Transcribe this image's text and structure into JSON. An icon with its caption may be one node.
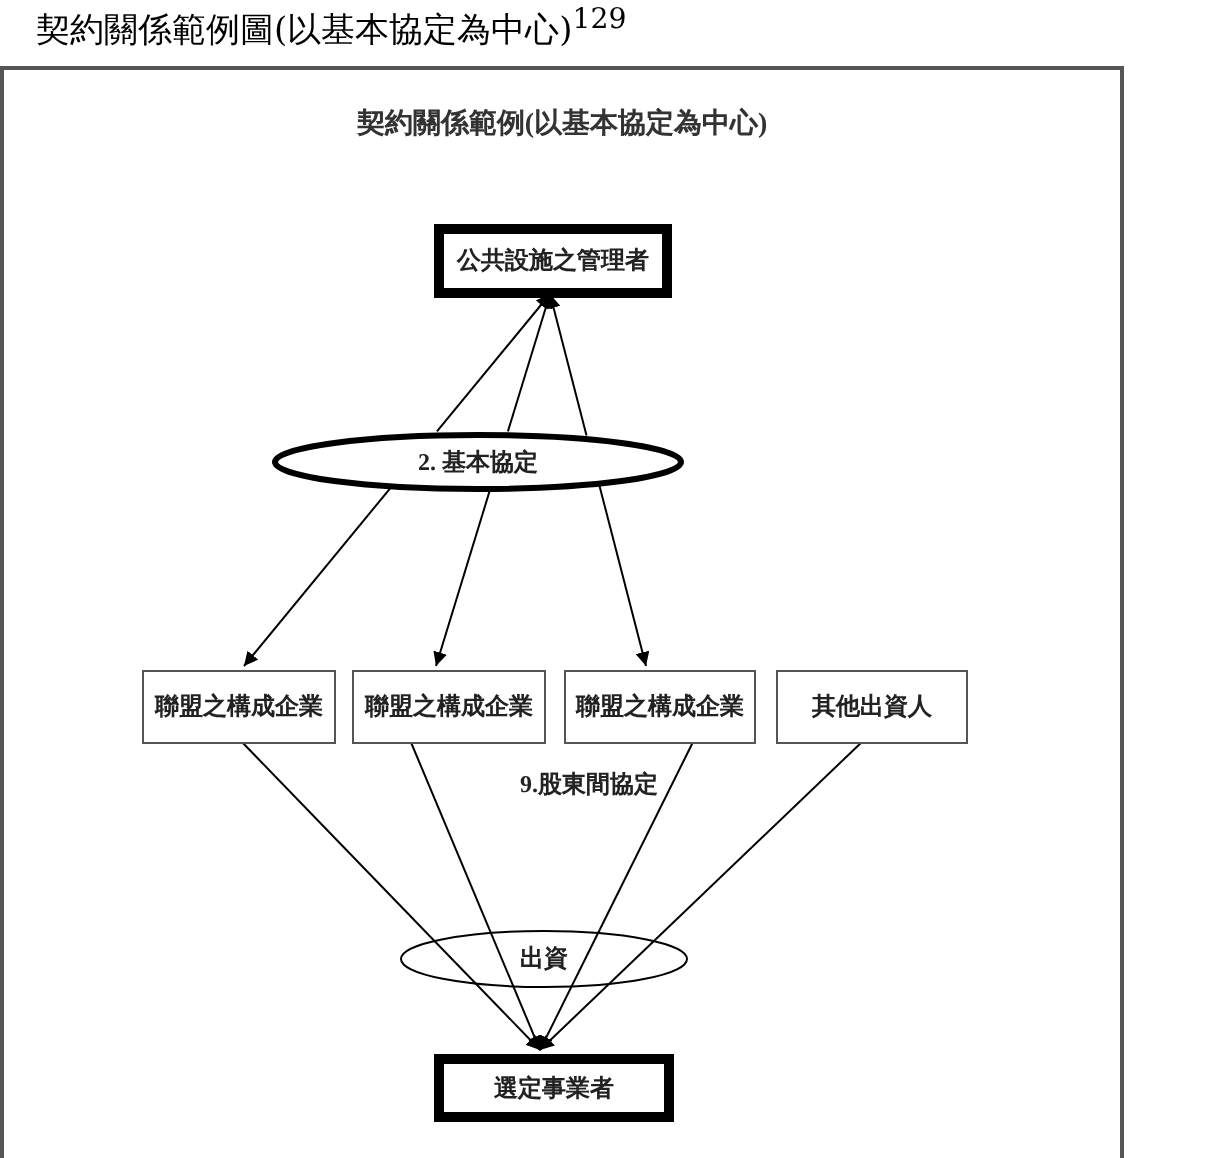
{
  "diagram": {
    "title": "契約關係範例圖(以基本協定為中心)$^{129}$",
    "nodes": [
      {
        "text": [
          "契約關係範例(以基本協定為中心)"
        ]
      },
      {
        "text": [
          "公共設施之管理者"
        ],
        "in": 0
      },
      {
        "text": [
          "2. 基本協定"
        ],
        "in": 0
      },
      {
        "text": [
          "聯盟之構成企業"
        ],
        "in": 0
      },
      {
        "text": [
          "聯盟之構成企業"
        ],
        "in": 0
      },
      {
        "text": [
          "聯盟之構成企業"
        ],
        "in": 0
      },
      {
        "text": [
          "其他出資人"
        ],
        "in": 0
      },
      {
        "text": [
          "出資"
        ],
        "in": 0
      },
      {
        "text": [
          "選定事業者"
        ],
        "in": 0
      }
    ],
    "edges": [
      {
        "from": 2,
        "to": 1,
        "arrow": "to"
      },
      {
        "from": 2,
        "to": 1,
        "arrow": "to"
      },
      {
        "from": 2,
        "to": 1,
        "arrow": "to"
      },
      {
        "from": 2,
        "to": 3,
        "arrow": "to"
      },
      {
        "from": 2,
        "to": 4,
        "arrow": "to"
      },
      {
        "from": 2,
        "to": 5,
        "arrow": "to"
      },
      {
        "from": 3,
        "to": 7,
        "arrow": "none"
      },
      {
        "from": 4,
        "to": 7,
        "arrow": "none"
      },
      {
        "from": 5,
        "to": 7,
        "arrow": "none"
      },
      {
        "from": 6,
        "to": 7,
        "arrow": "none"
      },
      {
        "from": 7,
        "to": 8,
        "arrow": "to"
      },
      {
        "from": 7,
        "to": 8,
        "arrow": "to"
      },
      {
        "from": 7,
        "to": 8,
        "arrow": "to"
      },
      {
        "from": 7,
        "to": 8,
        "arrow": "to"
      }
    ],
    "labels": [
      "9.股東間協定"
    ]
  }
}
